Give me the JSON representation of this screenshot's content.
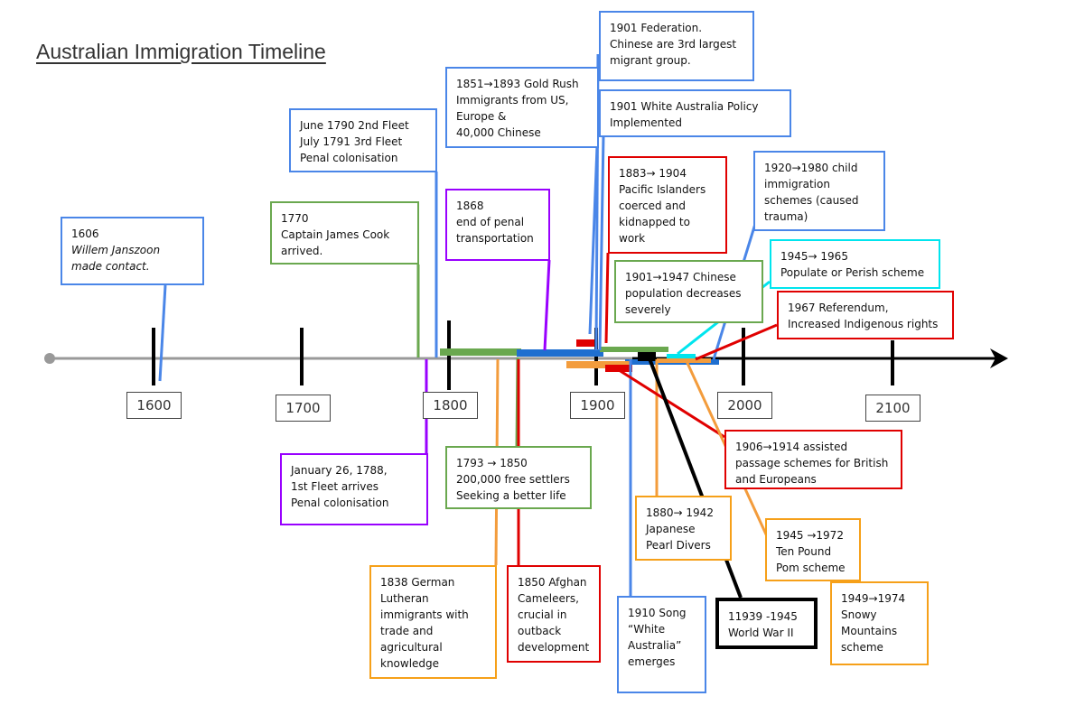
{
  "title": "Australian Immigration Timeline",
  "year_labels": [
    "1600",
    "1700",
    "1800",
    "1900",
    "2000",
    "2100"
  ],
  "events": {
    "e1606": [
      "1606",
      "Willem Janszoon",
      "made contact."
    ],
    "e1770": [
      "1770",
      "Captain James Cook",
      "arrived."
    ],
    "e1790": [
      "June 1790 2nd Fleet",
      "July 1791 3rd Fleet",
      "Penal colonisation"
    ],
    "e1851": [
      "1851→1893 Gold Rush",
      "Immigrants from US,",
      "Europe &",
      "40,000 Chinese"
    ],
    "e1868": [
      "1868",
      "end of penal",
      "transportation"
    ],
    "e1901fed": [
      "1901 Federation.",
      "Chinese are 3rd largest",
      "migrant group."
    ],
    "e1901wap": [
      "1901 White Australia Policy",
      "Implemented"
    ],
    "e1883": [
      "1883→ 1904",
      "Pacific Islanders",
      "coerced and",
      "kidnapped to",
      "work"
    ],
    "e1920": [
      "1920→1980 child",
      "immigration",
      "schemes (caused",
      "trauma)"
    ],
    "e1945pop": [
      "1945→ 1965",
      "Populate or Perish scheme"
    ],
    "e1901chi": [
      "1901→1947 Chinese",
      "population decreases",
      "severely"
    ],
    "e1967": [
      "1967 Referendum,",
      "Increased Indigenous rights"
    ],
    "e1788": [
      "January 26, 1788,",
      "1st Fleet arrives",
      "Penal colonisation"
    ],
    "e1793": [
      "1793 → 1850",
      "200,000 free settlers",
      "Seeking a better life"
    ],
    "e1838": [
      "1838 German",
      "Lutheran",
      "immigrants with",
      "trade and",
      "agricultural",
      "knowledge"
    ],
    "e1850": [
      "1850 Afghan",
      "Cameleers,",
      "crucial in",
      "outback",
      "development"
    ],
    "e1910": [
      "1910 Song",
      "“White",
      "Australia”",
      "emerges"
    ],
    "e1880": [
      "1880→ 1942",
      "Japanese",
      "Pearl Divers"
    ],
    "e1906": [
      "1906→1914 assisted",
      "passage schemes for British",
      "and Europeans"
    ],
    "e1945ten": [
      "1945 →1972",
      "Ten Pound",
      "Pom scheme"
    ],
    "e1939": [
      "11939 -1945",
      "World War II"
    ],
    "e1949": [
      "1949→1974",
      "Snowy",
      "Mountains",
      "scheme"
    ]
  },
  "colors": {
    "blue": "#4a86e8",
    "green": "#6aa84f",
    "purple": "#9900ff",
    "red": "#e00000",
    "orange": "#f6a019",
    "cyan": "#00e5ee",
    "black": "#000000",
    "axis_past": "#999999",
    "axis_future": "#000000"
  }
}
